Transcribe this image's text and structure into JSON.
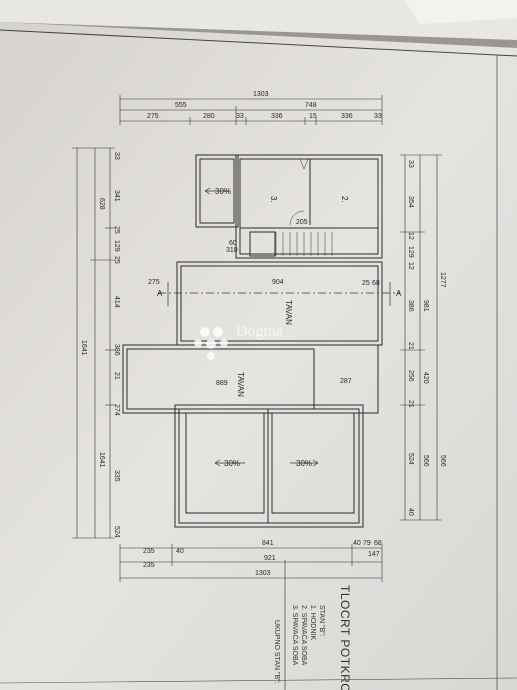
{
  "dimensions": {
    "top_total": "1303",
    "top_row2": [
      "555",
      "748"
    ],
    "top_row3": [
      "275",
      "280",
      "33",
      "336",
      "15",
      "336",
      "33"
    ],
    "left_total": "1641",
    "left_row2": [
      "628",
      "1641"
    ],
    "left_row3": [
      "33",
      "341",
      "25",
      "129",
      "25",
      "414",
      "386",
      "21",
      "274",
      "335",
      "524"
    ],
    "right_row1": [
      "33",
      "354",
      "12",
      "129",
      "12",
      "386",
      "21",
      "256",
      "21",
      "524",
      "40"
    ],
    "right_row2": [
      "981",
      "420",
      "566"
    ],
    "right_row3": [
      "1277",
      "566"
    ],
    "bottom_row1": [
      "235",
      "40",
      "841",
      "40",
      "79",
      "68",
      "147"
    ],
    "bottom_row2": [
      "235",
      "921"
    ],
    "bottom_total": "1303"
  },
  "plan": {
    "section_label": "A",
    "tavan": "TAVAN",
    "room_2": "2.",
    "room_3": "3.",
    "slope_small": "30%",
    "slope_lower_left": "30%",
    "slope_lower_right": "30%",
    "stair_dim_1": "60",
    "stair_dim_2": "310",
    "door_dim": "205",
    "tavan_offset": "275",
    "tavan_upper_width": "904",
    "tavan_upper_side": [
      "25",
      "68"
    ],
    "tavan_lower_width": "889",
    "tavan_lower_side": "287"
  },
  "watermark": {
    "text": "Dogma"
  },
  "title_block": {
    "title": "TLOCRT POTKROVL",
    "unit": "STAN \"B\":",
    "items": [
      "1. HODNIK",
      "2. SPAVAĆA SOBA",
      "3. SPAVAĆA SOBA"
    ],
    "total": "UKUPNO STAN \"B\":"
  }
}
